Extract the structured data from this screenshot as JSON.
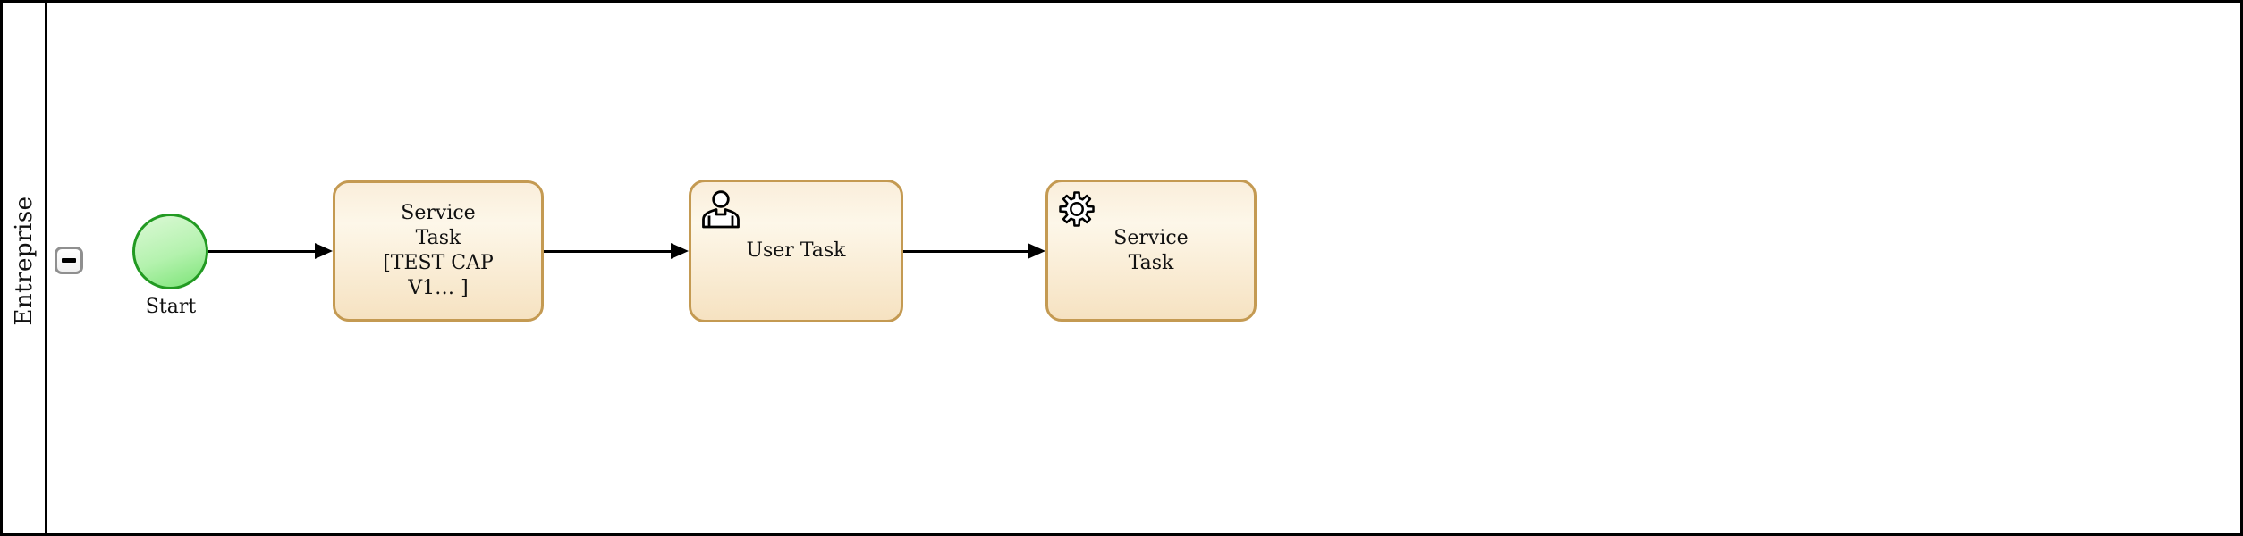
{
  "diagram": {
    "kind": "bpmn-process",
    "pool": {
      "lane_label": "Entreprise",
      "collapse_icon": "minus-icon"
    },
    "start_event": {
      "label": "Start"
    },
    "tasks": [
      {
        "name": "service-task-1",
        "type": "service",
        "label": "Service\nTask\n[TEST CAP\nV1… ]"
      },
      {
        "name": "user-task",
        "type": "user",
        "icon": "user-icon",
        "label": "User Task"
      },
      {
        "name": "service-task-2",
        "type": "service",
        "icon": "gear-icon",
        "label": "Service\nTask"
      }
    ],
    "flows": [
      {
        "from": "start-event",
        "to": "service-task-1"
      },
      {
        "from": "service-task-1",
        "to": "user-task"
      },
      {
        "from": "user-task",
        "to": "service-task-2"
      }
    ],
    "colors": {
      "task_border": "#c49a52",
      "task_fill_top": "#faeedb",
      "task_fill_bottom": "#f6e2c1",
      "event_border": "#229a22",
      "event_fill_top": "#dcf9d6",
      "event_fill_bottom": "#7ce477",
      "flow_line": "#000000",
      "lane_border": "#000000",
      "collapse_border": "#8f8f8f"
    }
  }
}
